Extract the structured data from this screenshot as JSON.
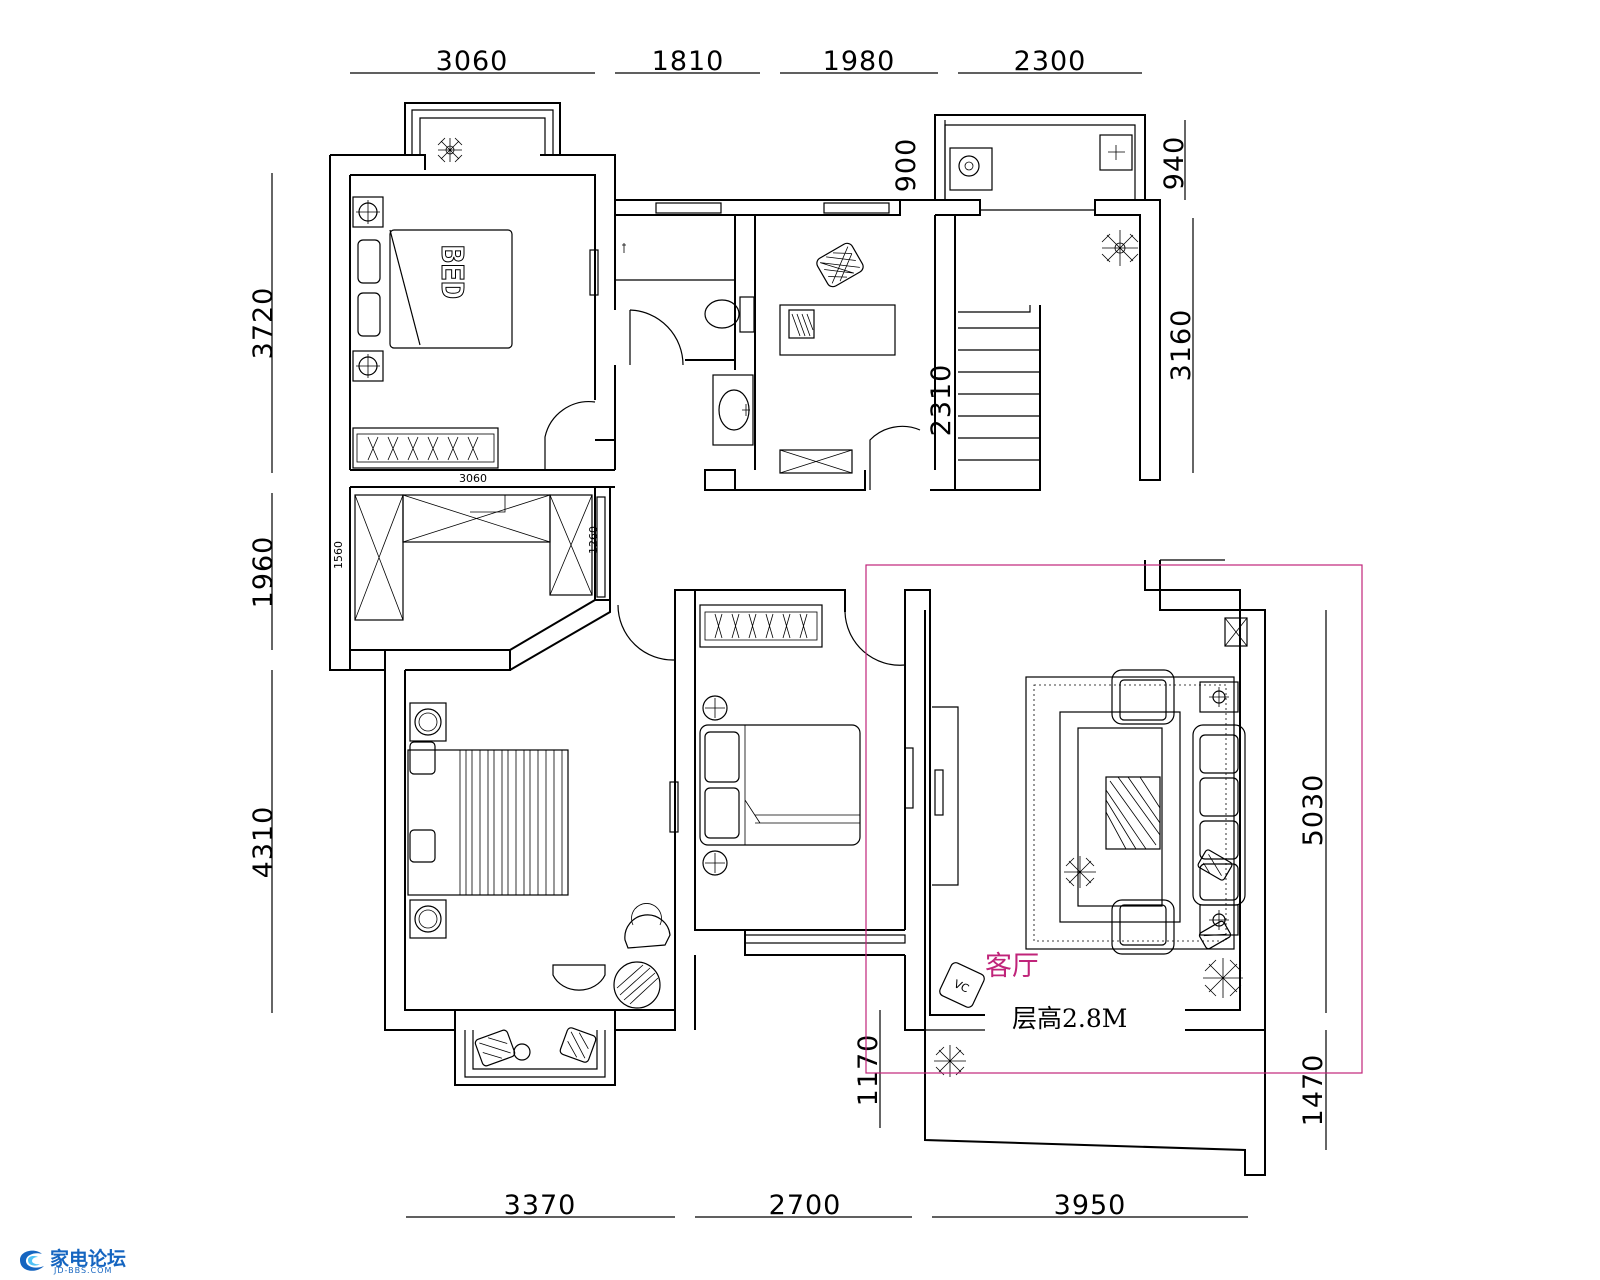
{
  "dimensions": {
    "top": [
      "3060",
      "1810",
      "1980",
      "2300"
    ],
    "bottom": [
      "3370",
      "2700",
      "3950"
    ],
    "left": [
      "3720",
      "1960",
      "4310"
    ],
    "right_upper": "3160",
    "right_lower_main": "5030",
    "right_lower_bottom": "1470",
    "balcony_left": "900",
    "balcony_right": "940",
    "stair": "2310",
    "lower_balcony": "1170",
    "corridor_width": "3060",
    "wardrobe_left": "1560",
    "wardrobe_right": "1260"
  },
  "labels": {
    "living_room": "客厅",
    "ceiling_height": "层高2.8M",
    "bed_text": "BED",
    "vc_text": "VC"
  },
  "watermark": {
    "name": "家电论坛",
    "url": "JD-BBS.COM"
  },
  "colors": {
    "line": "#000000",
    "highlight": "#c0247a",
    "logo": "#1565c0"
  }
}
